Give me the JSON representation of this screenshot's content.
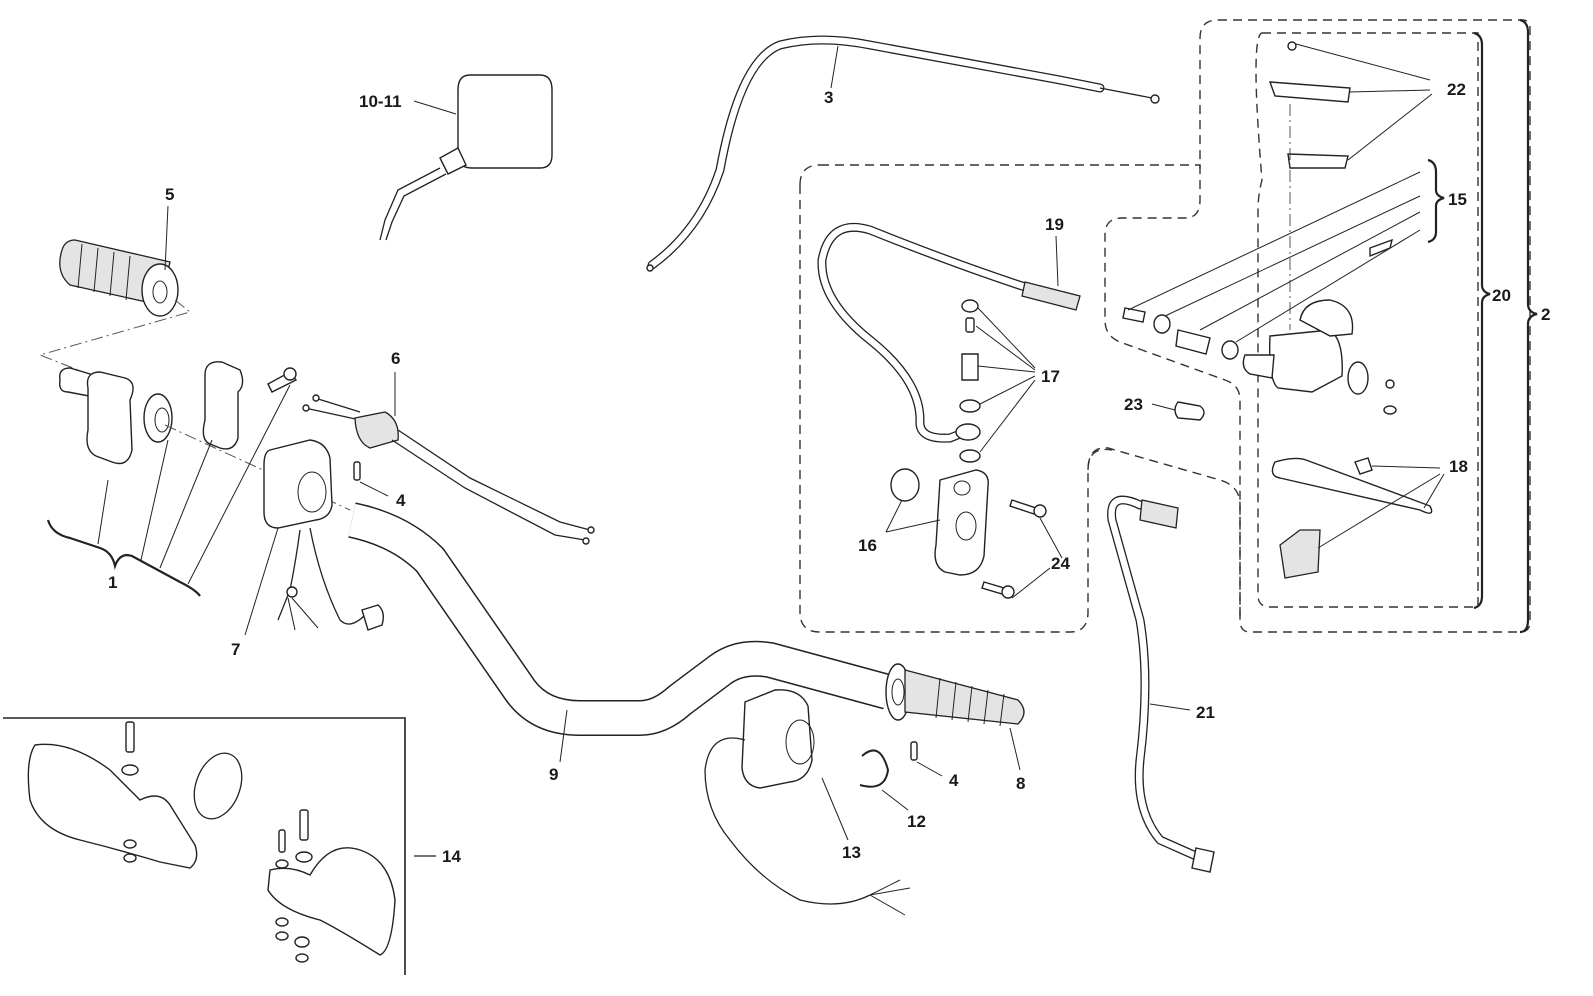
{
  "diagram": {
    "type": "exploded-parts-diagram",
    "subject": "handlebar assembly",
    "callouts": [
      {
        "id": "1",
        "label": "1",
        "part": "throttle grip assembly"
      },
      {
        "id": "2",
        "label": "2",
        "part": "clutch master cylinder group"
      },
      {
        "id": "3",
        "label": "3",
        "part": "cable"
      },
      {
        "id": "4a",
        "label": "4",
        "part": "pin"
      },
      {
        "id": "4b",
        "label": "4",
        "part": "pin"
      },
      {
        "id": "5",
        "label": "5",
        "part": "left grip"
      },
      {
        "id": "6",
        "label": "6",
        "part": "throttle cables"
      },
      {
        "id": "7",
        "label": "7",
        "part": "switch housing"
      },
      {
        "id": "8",
        "label": "8",
        "part": "right grip"
      },
      {
        "id": "9",
        "label": "9",
        "part": "handlebar"
      },
      {
        "id": "10-11",
        "label": "10-11",
        "part": "mirror"
      },
      {
        "id": "12",
        "label": "12",
        "part": "clip"
      },
      {
        "id": "13",
        "label": "13",
        "part": "switch housing with wiring"
      },
      {
        "id": "14",
        "label": "14",
        "part": "hand guard kit"
      },
      {
        "id": "15",
        "label": "15",
        "part": "piston kit"
      },
      {
        "id": "16",
        "label": "16",
        "part": "slave cylinder"
      },
      {
        "id": "17",
        "label": "17",
        "part": "bleeder and washers"
      },
      {
        "id": "18",
        "label": "18",
        "part": "lever kit"
      },
      {
        "id": "19",
        "label": "19",
        "part": "hose"
      },
      {
        "id": "20",
        "label": "20",
        "part": "master cylinder"
      },
      {
        "id": "21",
        "label": "21",
        "part": "wiring lead"
      },
      {
        "id": "22",
        "label": "22",
        "part": "reservoir cap and seal"
      },
      {
        "id": "23",
        "label": "23",
        "part": "switch"
      },
      {
        "id": "24",
        "label": "24",
        "part": "screws"
      }
    ]
  }
}
